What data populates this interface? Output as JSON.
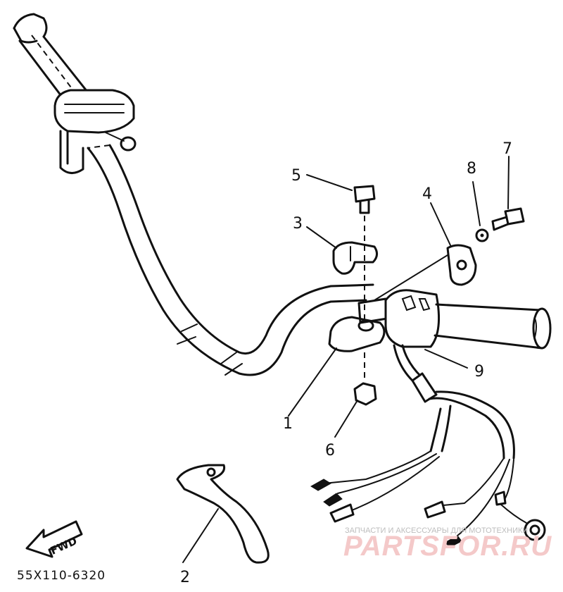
{
  "diagram": {
    "part_code": "55X110-6320",
    "direction_label": "FWD",
    "callouts": [
      {
        "id": "1",
        "label": "1"
      },
      {
        "id": "2",
        "label": "2"
      },
      {
        "id": "3",
        "label": "3"
      },
      {
        "id": "4",
        "label": "4"
      },
      {
        "id": "5",
        "label": "5"
      },
      {
        "id": "6",
        "label": "6"
      },
      {
        "id": "7",
        "label": "7"
      },
      {
        "id": "8",
        "label": "8"
      },
      {
        "id": "9",
        "label": "9"
      }
    ]
  },
  "watermark": {
    "caption": "ЗАПЧАСТИ И АКСЕССУАРЫ ДЛЯ МОТОТЕХНИКИ",
    "brand": "PARTSFOR.RU",
    "color": "#f4c9c9"
  }
}
